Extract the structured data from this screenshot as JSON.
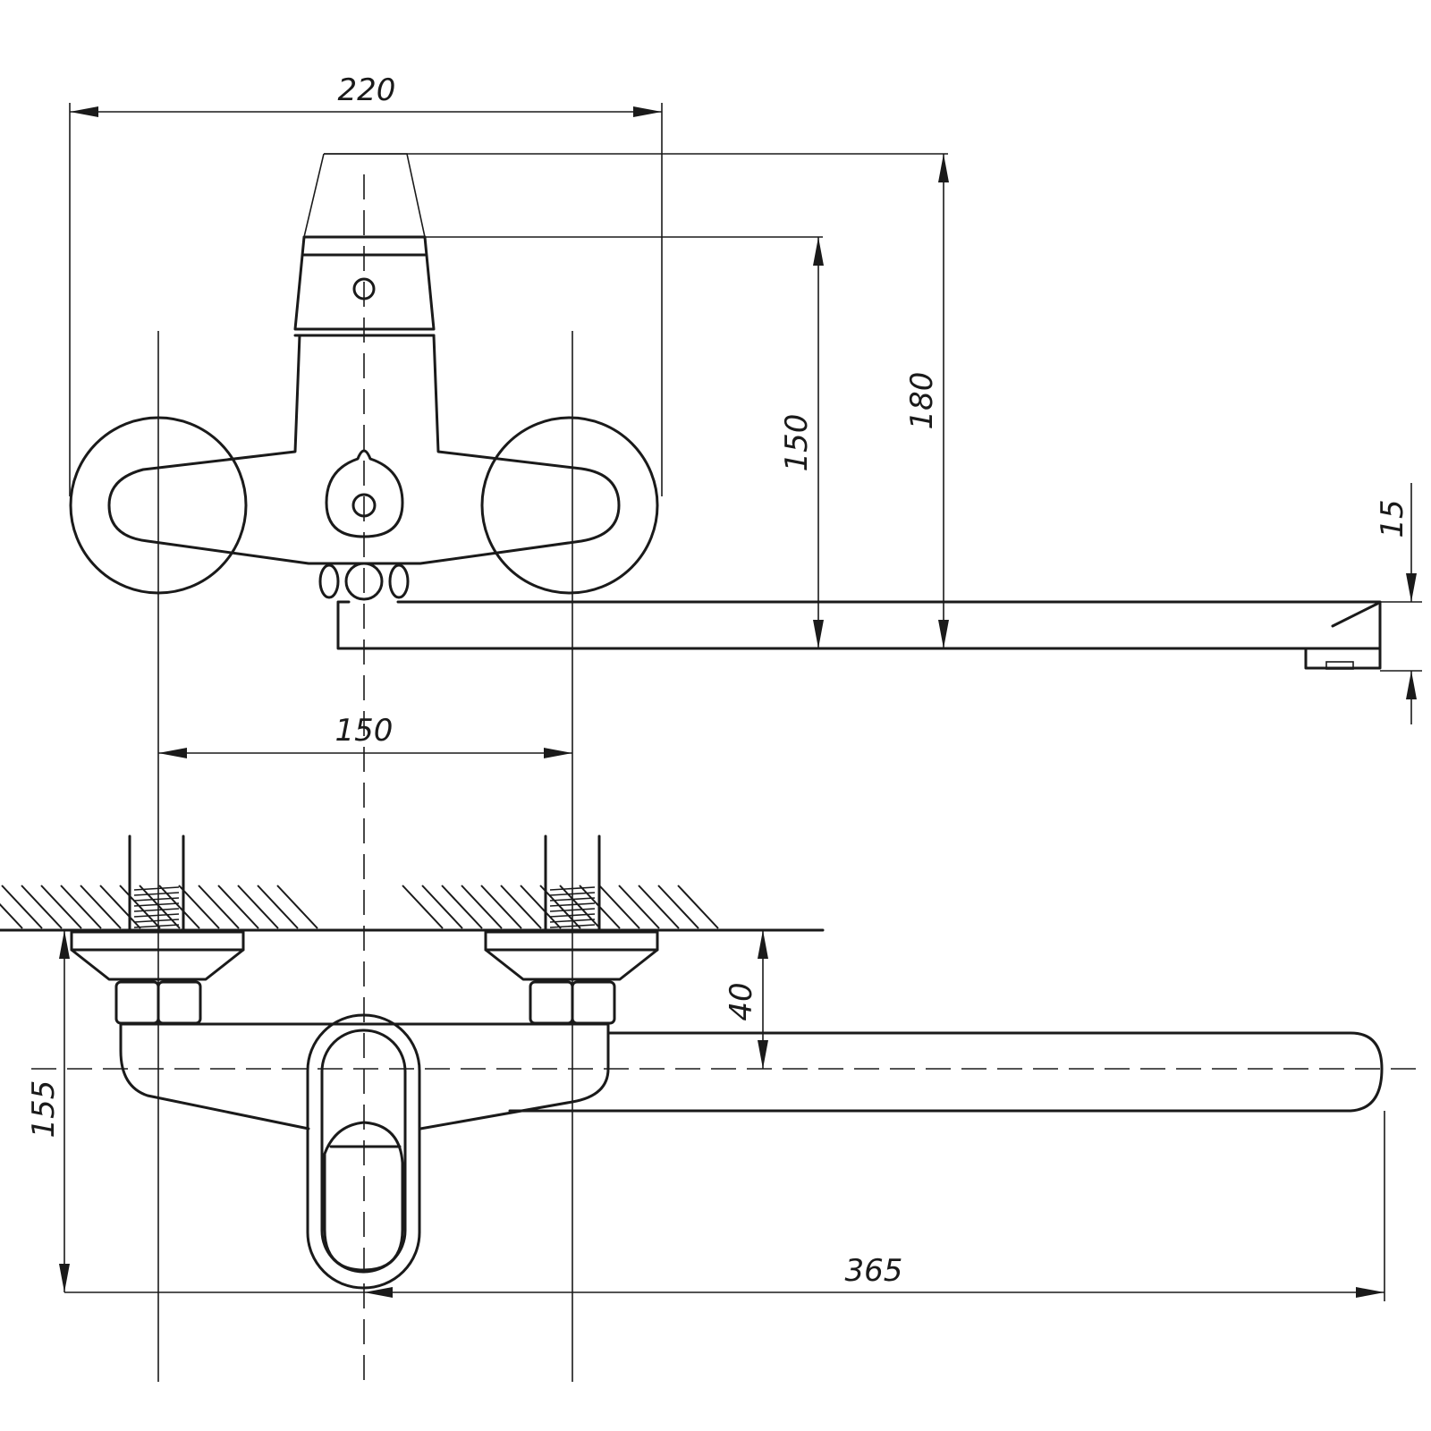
{
  "drawing": {
    "dimensions": {
      "overall_width": "220",
      "top_view_height": "150",
      "overall_height": "180",
      "spout_thickness": "15",
      "inlet_spacing": "150",
      "wall_to_axis": "40",
      "projection": "155",
      "spout_length": "365"
    },
    "line_color": "#1a1a1a",
    "background_color": "#ffffff"
  }
}
